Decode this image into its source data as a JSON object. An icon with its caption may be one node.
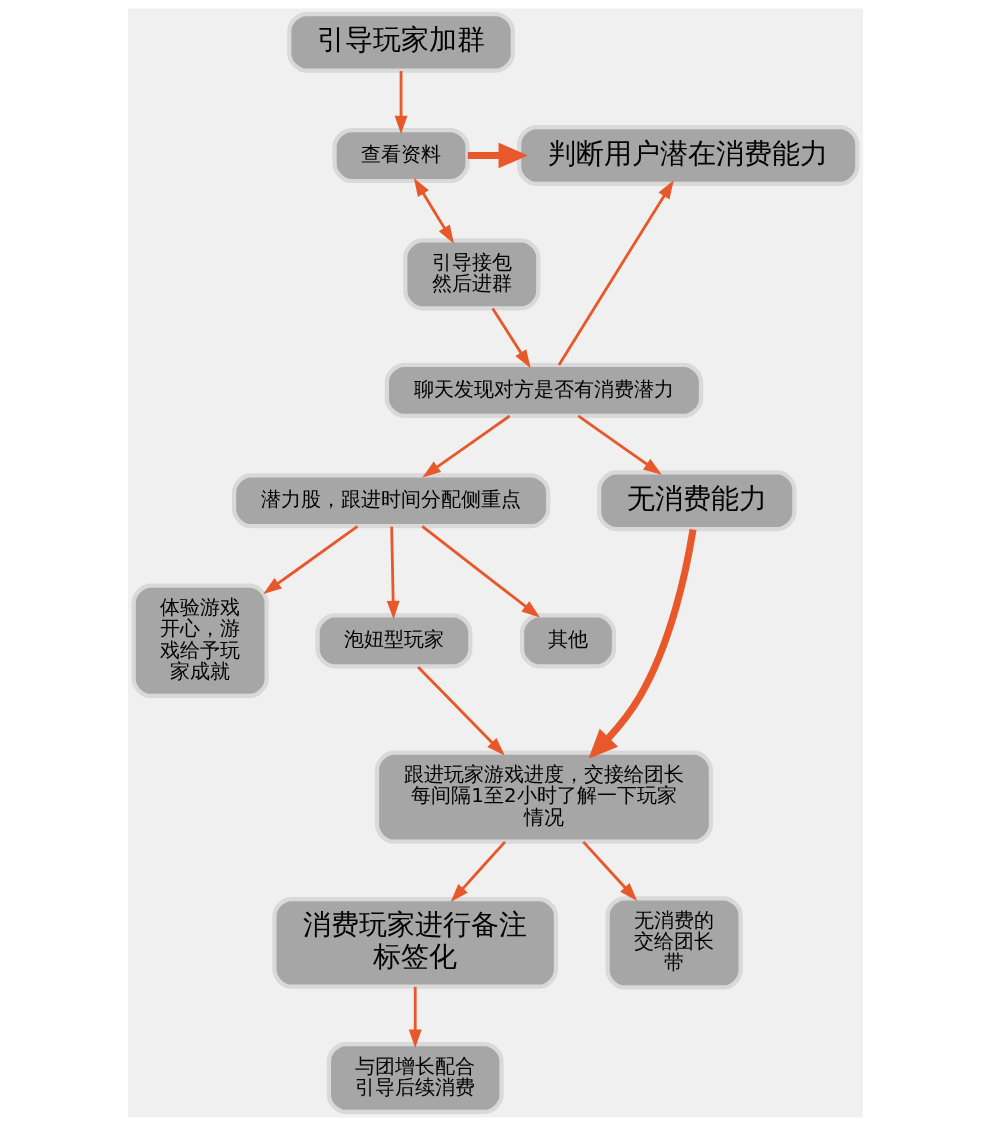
{
  "diagram": {
    "nodes": [
      {
        "text": [
          "引导玩家加群"
        ]
      },
      {
        "text": [
          "判断用户潜在消费能力"
        ]
      },
      {
        "text": [
          "查看资料"
        ]
      },
      {
        "text": [
          "引导接包然后进群"
        ]
      },
      {
        "text": [
          "聊天发现对方是否有消费潜力"
        ]
      },
      {
        "text": [
          "潜力股，跟进时间分配侧重点"
        ]
      },
      {
        "text": [
          "无消费能力"
        ]
      },
      {
        "text": [
          "体验游戏开心，游戏给予玩家成就"
        ]
      },
      {
        "text": [
          "泡妞型玩家"
        ]
      },
      {
        "text": [
          "其他"
        ]
      },
      {
        "text": [
          "跟进玩家游戏进度，交接给团长每间隔1至2小时了解一下玩家情况"
        ]
      },
      {
        "text": [
          "消费玩家进行备注标签化"
        ]
      },
      {
        "text": [
          "无消费的交给团长带"
        ]
      },
      {
        "text": [
          "与团增长配合引导后续消费"
        ]
      }
    ],
    "edges": [
      {
        "from": 0,
        "to": 2,
        "arrow": "to"
      },
      {
        "from": 2,
        "to": 3,
        "arrow": "both"
      },
      {
        "from": 3,
        "to": 4,
        "arrow": "to"
      },
      {
        "from": 2,
        "to": 1,
        "arrow": "to",
        "style": "thick"
      },
      {
        "from": 4,
        "to": 1,
        "arrow": "to"
      },
      {
        "from": 4,
        "to": 5,
        "arrow": "to"
      },
      {
        "from": 4,
        "to": 6,
        "arrow": "to"
      },
      {
        "from": 5,
        "to": 7,
        "arrow": "to"
      },
      {
        "from": 5,
        "to": 8,
        "arrow": "to"
      },
      {
        "from": 5,
        "to": 9,
        "arrow": "to"
      },
      {
        "from": 8,
        "to": 10,
        "arrow": "to"
      },
      {
        "from": 6,
        "to": 10,
        "arrow": "to",
        "style": "thick"
      },
      {
        "from": 10,
        "to": 11,
        "arrow": "to"
      },
      {
        "from": 10,
        "to": 12,
        "arrow": "to"
      },
      {
        "from": 11,
        "to": 13,
        "arrow": "to"
      }
    ]
  }
}
